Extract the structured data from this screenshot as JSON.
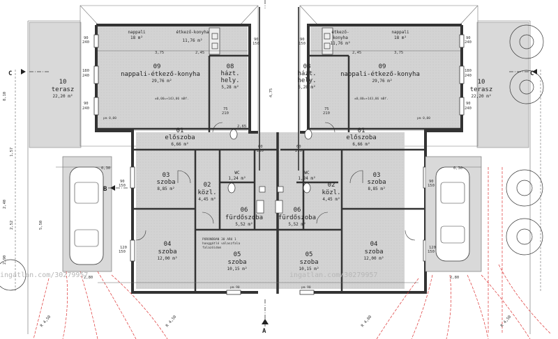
{
  "rooms_left": [
    {
      "num": "",
      "name": "nappali",
      "area": "18 m²"
    },
    {
      "num": "",
      "name": "étkező-konyha",
      "area": "11,76 m²"
    },
    {
      "num": "09",
      "name": "nappali-étkező-konyha",
      "area": "29,76 m²"
    },
    {
      "num": "08",
      "name": "házt.",
      "name2": "hely.",
      "area": "5,28 m²"
    },
    {
      "num": "10",
      "name": "terasz",
      "area": "22,20 m²"
    },
    {
      "num": "01",
      "name": "előszoba",
      "area": "6,66 m²"
    },
    {
      "num": "03",
      "name": "szoba",
      "area": "8,85 m²"
    },
    {
      "num": "02",
      "name": "közl.",
      "area": "4,45 m²"
    },
    {
      "num": "",
      "name": "WC",
      "area": "1,24 m²"
    },
    {
      "num": "06",
      "name": "fürdőszoba",
      "area": "5,52 m²"
    },
    {
      "num": "04",
      "name": "szoba",
      "area": "12,00 m²"
    },
    {
      "num": "05",
      "name": "szoba",
      "area": "10,15 m²"
    }
  ],
  "rooms_right": [
    {
      "num": "",
      "name": "étkező-",
      "name2": "konyha",
      "area": "11,76 m²"
    },
    {
      "num": "",
      "name": "nappali",
      "area": "18 m²"
    },
    {
      "num": "08",
      "name": "házt.",
      "name2": "hely.",
      "area": "5,28 m²"
    },
    {
      "num": "09",
      "name": "nappali-étkező-konyha",
      "area": "29,76 m²"
    },
    {
      "num": "10",
      "name": "terasz",
      "area": "22,20 m²"
    },
    {
      "num": "01",
      "name": "előszoba",
      "area": "6,66 m²"
    },
    {
      "num": "",
      "name": "WC",
      "area": "1,24 m²"
    },
    {
      "num": "02",
      "name": "közl.",
      "area": "4,45 m²"
    },
    {
      "num": "03",
      "name": "szoba",
      "area": "8,85 m²"
    },
    {
      "num": "06",
      "name": "fürdőszoba",
      "area": "5,52 m²"
    },
    {
      "num": "05",
      "name": "szoba",
      "area": "10,15 m²"
    },
    {
      "num": "04",
      "name": "szoba",
      "area": "12,00 m²"
    }
  ],
  "level_marks": {
    "l1": "±0,00=+143,06 mBf.",
    "l2": "±0,00=+143,06 mBf.",
    "pm": "pm 0,00",
    "pm90": "pm 90"
  },
  "section_marks": {
    "a": "A",
    "b": "B",
    "c": "C"
  },
  "note": {
    "l1": "PORONDBAN 30 ARU 1",
    "l2": "hanggátló válaszfala",
    "l3": "falazóidom"
  },
  "dims": {
    "d375": "3,75",
    "d245": "2,45",
    "d90": "90",
    "d240": "240",
    "d180": "180",
    "d120": "120",
    "d150": "150",
    "d60": "60",
    "d210": "210",
    "d75": "75",
    "d265": "2,65",
    "d280": "2,80",
    "d030": "0,30",
    "d475": "4,75",
    "d550": "5,50",
    "d240v": "2,40",
    "d252": "2,52",
    "d290": "2,90",
    "d810": "8,10",
    "d157": "1,57",
    "r450": "R 4,50",
    "r400": "R 4,00"
  },
  "watermark": {
    "w1": "ingatlan.com/30279957",
    "w2": "ingatlan.com/30279957"
  }
}
